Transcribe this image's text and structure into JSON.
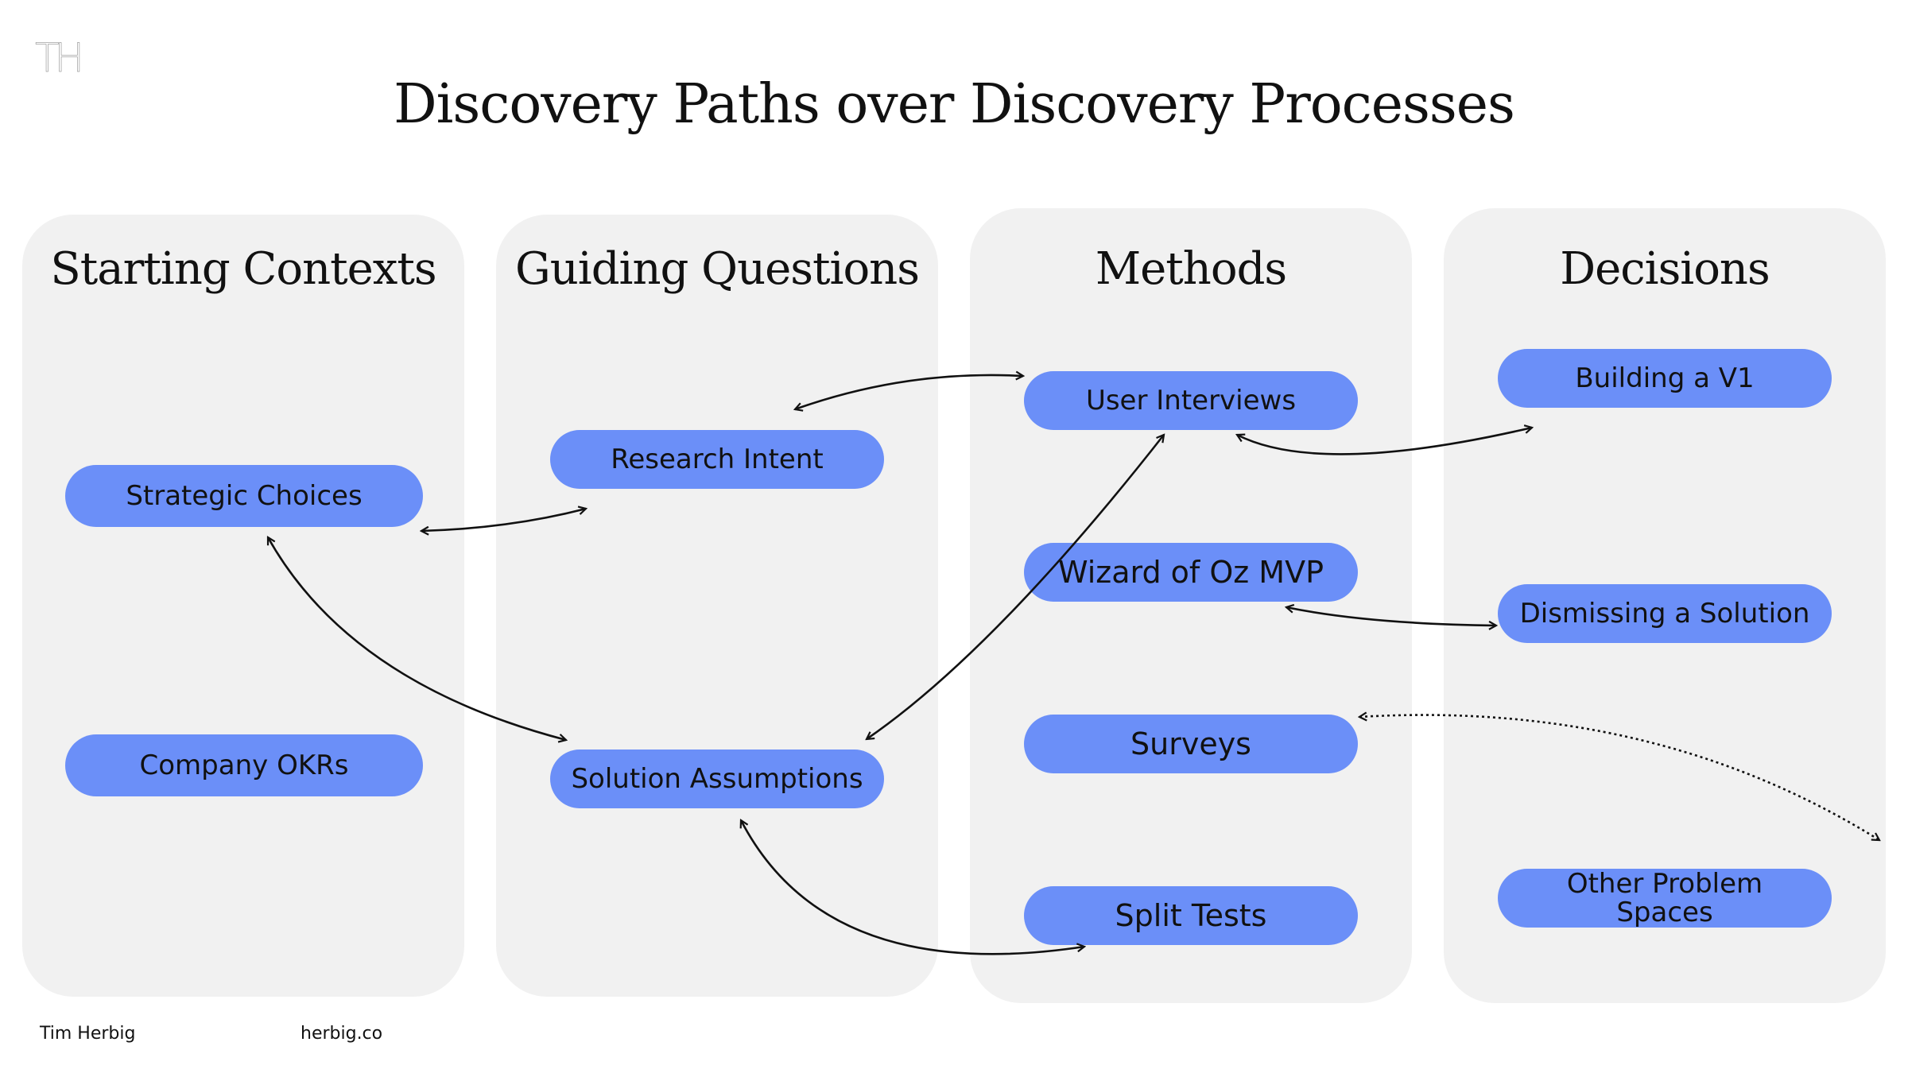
{
  "logo": "TH",
  "title": "Discovery Paths over Discovery Processes",
  "columns": [
    {
      "heading": "Starting Contexts",
      "items": [
        "Strategic Choices",
        "Company OKRs"
      ]
    },
    {
      "heading": "Guiding Questions",
      "items": [
        "Research Intent",
        "Solution Assumptions"
      ]
    },
    {
      "heading": "Methods",
      "items": [
        "User Interviews",
        "Wizard of Oz MVP",
        "Surveys",
        "Split Tests"
      ]
    },
    {
      "heading": "Decisions",
      "items": [
        "Building a V1",
        "Dismissing a Solution",
        "Other Problem\nSpaces"
      ]
    }
  ],
  "connections": [
    {
      "from": "Research Intent",
      "to": "User Interviews",
      "style": "solid"
    },
    {
      "from": "Strategic Choices",
      "to": "Research Intent",
      "style": "solid"
    },
    {
      "from": "Strategic Choices",
      "to": "Solution Assumptions",
      "style": "solid"
    },
    {
      "from": "Solution Assumptions",
      "to": "User Interviews",
      "style": "solid"
    },
    {
      "from": "Solution Assumptions",
      "to": "Split Tests",
      "style": "solid"
    },
    {
      "from": "User Interviews",
      "to": "Building a V1",
      "style": "solid"
    },
    {
      "from": "Wizard of Oz MVP",
      "to": "Dismissing a Solution",
      "style": "solid"
    },
    {
      "from": "Surveys",
      "to": "Other Problem Spaces",
      "style": "dotted"
    }
  ],
  "footer": {
    "author": "Tim Herbig",
    "site": "herbig.co"
  }
}
